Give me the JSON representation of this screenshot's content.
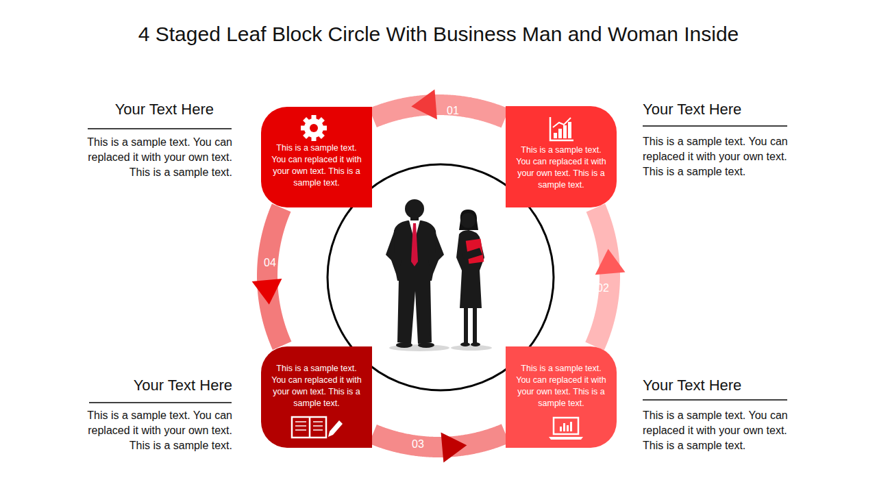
{
  "diagram": {
    "title": "4 Staged Leaf Block Circle With Business Man and Woman Inside",
    "nodes": [
      {
        "text": [
          "This is a sample text. You can replaced it with your own text. This is a sample text."
        ]
      },
      {
        "text": [
          "This is a sample text. You can replaced it with your own text. This is a sample text."
        ]
      },
      {
        "text": [
          "This is a sample text. You can replaced it with your own text. This is a sample text."
        ]
      },
      {
        "text": [
          "This is a sample text. You can replaced it with your own text. This is a sample text."
        ]
      }
    ],
    "edges": [
      {
        "from": 1,
        "to": 0,
        "arrow": "to"
      },
      {
        "from": 0,
        "to": 2,
        "arrow": "to"
      },
      {
        "from": 2,
        "to": 3,
        "arrow": "to"
      },
      {
        "from": 3,
        "to": 1,
        "arrow": "to"
      }
    ],
    "labels": [
      "01",
      "02",
      "03",
      "04",
      "Your Text Here",
      "This is a sample text. You can replaced it with your own text. This is a sample text.",
      "Your Text Here",
      "This is a sample text. You can replaced it with your own text. This is a sample text.",
      "Your Text Here",
      "This is a sample text. You can replaced it with your own text. This is a sample text.",
      "Your Text Here",
      "This is a sample text. You can replaced it with your own text. This is a sample text."
    ]
  }
}
